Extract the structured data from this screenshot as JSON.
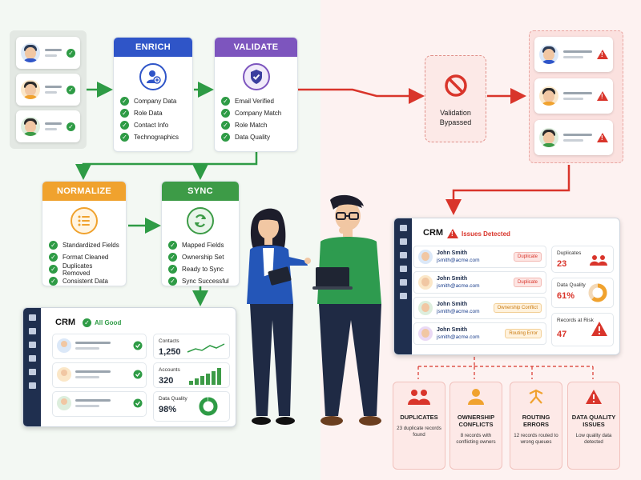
{
  "colors": {
    "enrich": "#2f55c8",
    "validate": "#7d55be",
    "normalize": "#f0a22e",
    "sync": "#3d9b47",
    "success": "#2e9b45",
    "error": "#d9352b",
    "arrow_green": "#2e9b45",
    "arrow_red": "#d9352b"
  },
  "enrich": {
    "title": "ENRICH",
    "icon": "add-user-icon",
    "items": [
      "Company Data",
      "Role Data",
      "Contact Info",
      "Technographics"
    ]
  },
  "validate": {
    "title": "VALIDATE",
    "icon": "shield-check-icon",
    "items": [
      "Email Verified",
      "Company Match",
      "Role Match",
      "Data Quality"
    ]
  },
  "normalize": {
    "title": "NORMALIZE",
    "icon": "list-icon",
    "items": [
      "Standardized Fields",
      "Format Cleaned",
      "Duplicates Removed",
      "Consistent Data"
    ]
  },
  "sync": {
    "title": "SYNC",
    "icon": "refresh-icon",
    "items": [
      "Mapped Fields",
      "Ownership Set",
      "Ready to Sync",
      "Sync Successful"
    ]
  },
  "bypass": {
    "icon": "prohibited-icon",
    "label_line1": "Validation",
    "label_line2": "Bypassed"
  },
  "crm_good": {
    "title": "CRM",
    "status": "All Good",
    "contacts_label": "Contacts",
    "contacts_value": "1,250",
    "accounts_label": "Accounts",
    "accounts_value": "320",
    "quality_label": "Data Quality",
    "quality_value": "98%",
    "quality_fraction": 0.98
  },
  "crm_bad": {
    "title": "CRM",
    "status": "Issues Detected",
    "rows": [
      {
        "name": "John Smith",
        "email": "jsmith@acme.com",
        "tag": "Duplicate"
      },
      {
        "name": "John Smith",
        "email": "jsmith@acme.com",
        "tag": "Duplicate"
      },
      {
        "name": "John Smith",
        "email": "jsmith@acme.com",
        "tag": "Ownership Conflict"
      },
      {
        "name": "John Smith",
        "email": "jsmith@acme.com",
        "tag": "Routing Error"
      }
    ],
    "duplicates_label": "Duplicates",
    "duplicates_value": "23",
    "quality_label": "Data Quality",
    "quality_value": "61%",
    "quality_fraction": 0.61,
    "risk_label": "Records at Risk",
    "risk_value": "47"
  },
  "issues": [
    {
      "icon": "people-icon",
      "title": "DUPLICATES",
      "desc": "23 duplicate records found"
    },
    {
      "icon": "person-icon",
      "title": "OWNERSHIP CONFLICTS",
      "desc": "8 records with conflicting owners"
    },
    {
      "icon": "routing-icon",
      "title": "ROUTING ERRORS",
      "desc": "12 records routed to wrong queues"
    },
    {
      "icon": "warning-icon",
      "title": "DATA QUALITY ISSUES",
      "desc": "Low quality data detected"
    }
  ]
}
